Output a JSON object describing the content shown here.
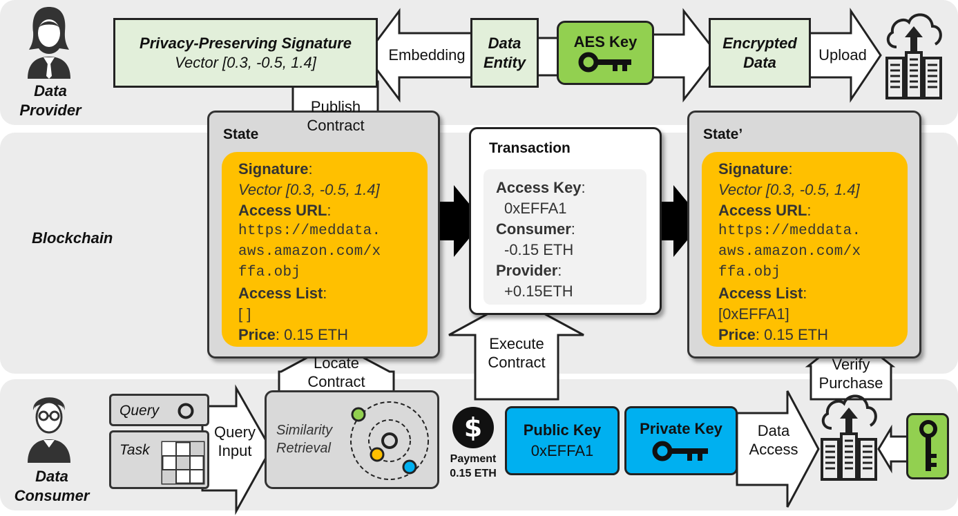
{
  "provider": {
    "role_line1": "Data",
    "role_line2": "Provider",
    "signature_box_title": "Privacy-Preserving Signature",
    "signature_box_vector": "Vector [0.3, -0.5, 1.4]",
    "embedding_label": "Embedding",
    "data_entity_line1": "Data",
    "data_entity_line2": "Entity",
    "aes_key_label": "AES Key",
    "encrypted_line1": "Encrypted",
    "encrypted_line2": "Data",
    "upload_label": "Upload",
    "publish_line1": "Publish",
    "publish_line2": "Contract"
  },
  "blockchain": {
    "label": "Blockchain",
    "state": {
      "title": "State",
      "signature_key": "Signature",
      "signature_value": "Vector [0.3, -0.5, 1.4]",
      "url_key": "Access URL",
      "url_line1": "https://meddata.",
      "url_line2": "aws.amazon.com/x",
      "url_line3": "ffa.obj",
      "list_key": "Access List",
      "list_value": "[ ]",
      "price_key": "Price",
      "price_value": "0.15 ETH"
    },
    "transaction": {
      "title": "Transaction",
      "access_key_key": "Access Key",
      "access_key_value": "0xEFFA1",
      "consumer_key": "Consumer",
      "consumer_value": "-0.15 ETH",
      "provider_key": "Provider",
      "provider_value": "+0.15ETH"
    },
    "state_prime": {
      "title": "State’",
      "signature_key": "Signature",
      "signature_value": "Vector [0.3, -0.5, 1.4]",
      "url_key": "Access URL",
      "url_line1": "https://meddata.",
      "url_line2": "aws.amazon.com/x",
      "url_line3": "ffa.obj",
      "list_key": "Access List",
      "list_value": "[0xEFFA1]",
      "price_key": "Price",
      "price_value": "0.15 ETH"
    }
  },
  "consumer": {
    "role_line1": "Data",
    "role_line2": "Consumer",
    "query_label": "Query",
    "task_label": "Task",
    "query_input_line1": "Query",
    "query_input_line2": "Input",
    "similarity_line1": "Similarity",
    "similarity_line2": "Retrieval",
    "locate_line1": "Locate",
    "locate_line2": "Contract",
    "execute_line1": "Execute",
    "execute_line2": "Contract",
    "payment_line1": "Payment",
    "payment_line2": "0.15 ETH",
    "public_key_title": "Public Key",
    "public_key_value": "0xEFFA1",
    "private_key_title": "Private Key",
    "data_access_line1": "Data",
    "data_access_line2": "Access",
    "verify_line1": "Verify",
    "verify_line2": "Purchase"
  },
  "colors": {
    "band": "#ececec",
    "light_green": "#e2efda",
    "key_green": "#92d050",
    "orange": "#ffc000",
    "blue": "#00b0f0",
    "state_gray": "#d9d9d9",
    "dot_green": "#92d050",
    "dot_orange": "#ffc000",
    "dot_blue": "#00b0f0"
  },
  "icons": [
    "female-user-icon",
    "male-user-icon",
    "cloud-server-icon",
    "key-icon",
    "dollar-coin-icon",
    "grid-table-icon"
  ]
}
